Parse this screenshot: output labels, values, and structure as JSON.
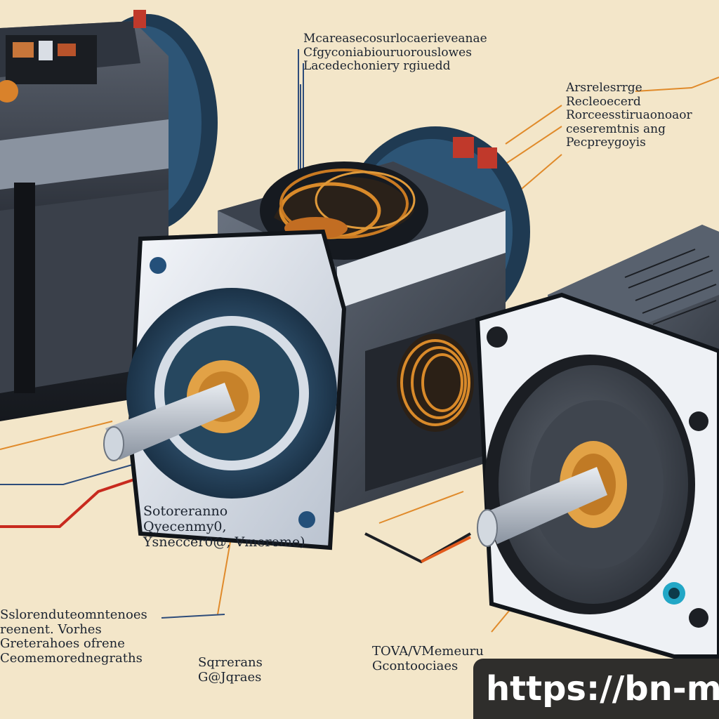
{
  "diagram": {
    "labels": {
      "top_center": [
        "Mcareasecosurlocaerieveanae",
        "Cfgyconiabiouruorouslowes",
        "Lacedechoniery rgiuedd"
      ],
      "top_right": [
        "Arsrelesrrge",
        "Recleoecerd",
        "Rorceesstiruaonoaor",
        "ceseremtnis ang",
        "Pecpreygoyis"
      ],
      "mid_left": [
        "Sotoreranno",
        "Qyecenmy0,",
        "Ysneccer0@, Vmereme)"
      ],
      "bottom_left": [
        "Sslorenduteomntenoes",
        "reenent. Vorhes",
        "Greterahoes ofrene",
        "Ceomemorednegraths"
      ],
      "bottom_mid": [
        "Sqrrerans",
        "G@Jqraes"
      ],
      "bottom_right": [
        "TOVA/VMemeuru",
        "Gcontoociaes"
      ]
    },
    "watermark": "https://bn-me"
  }
}
